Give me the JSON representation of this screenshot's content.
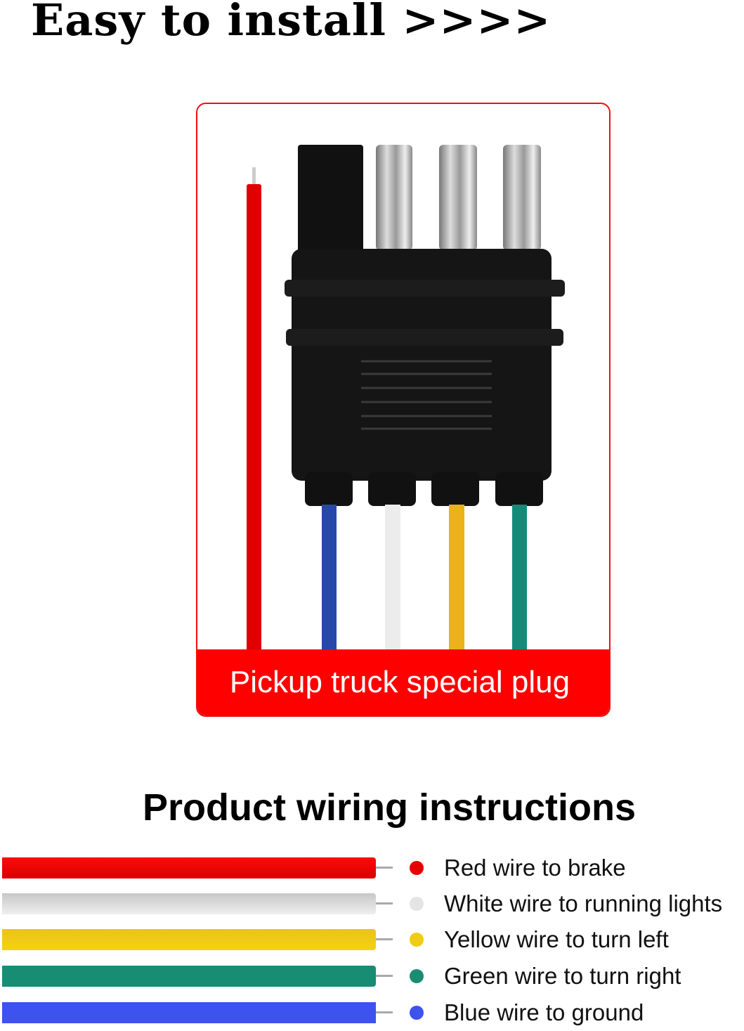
{
  "headline": "Easy to install >>>>",
  "product": {
    "label": "Pickup truck special plug",
    "frame_color": "#f01010"
  },
  "wiring": {
    "title": "Product wiring instructions",
    "items": [
      {
        "label": "Red wire to brake",
        "color": "#e80000"
      },
      {
        "label": "White wire to running lights",
        "color": "#dcdcdc"
      },
      {
        "label": "Yellow wire to turn left",
        "color": "#f0cc12"
      },
      {
        "label": "Green wire to turn right",
        "color": "#188d74"
      },
      {
        "label": "Blue wire to ground",
        "color": "#3d52ee"
      }
    ]
  }
}
